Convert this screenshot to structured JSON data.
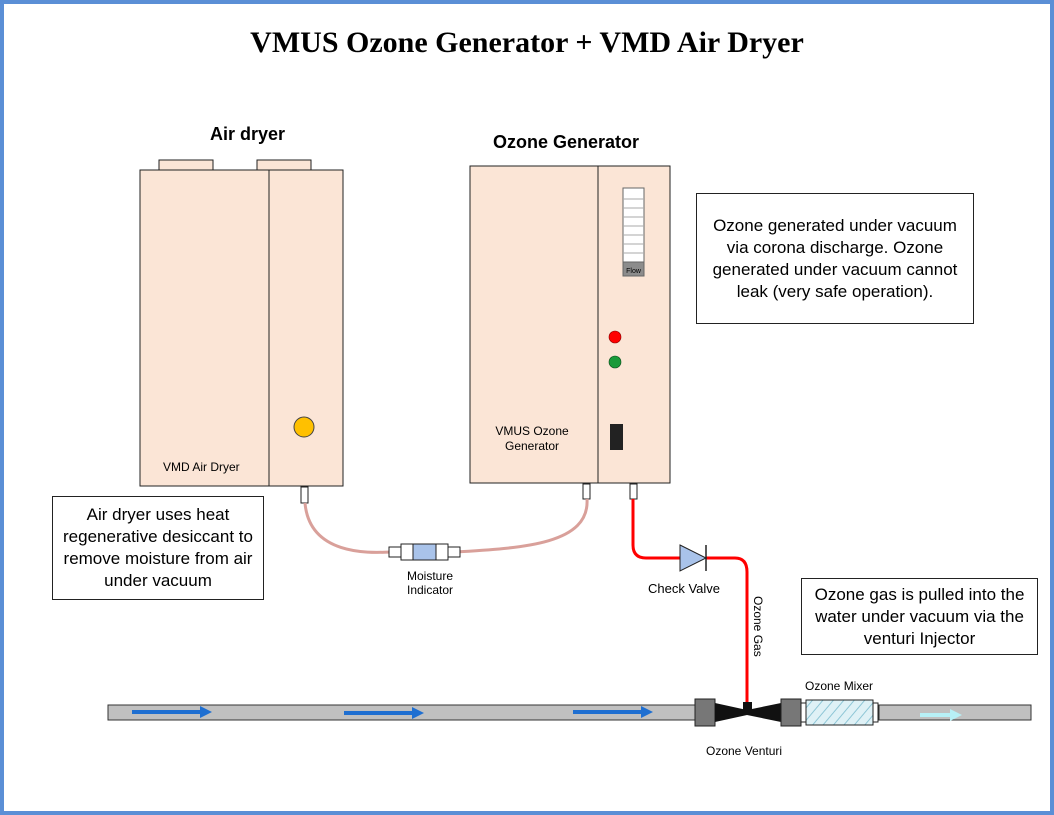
{
  "title": "VMUS Ozone Generator + VMD Air Dryer",
  "air_dryer": {
    "heading": "Air dryer",
    "label": "VMD Air Dryer"
  },
  "ozone_generator": {
    "heading": "Ozone Generator",
    "label": "VMUS Ozone\nGenerator",
    "flowmeter_label": "Flow"
  },
  "notes": {
    "ozone_generated": "Ozone generated under vacuum via corona discharge.  Ozone generated under vacuum cannot leak (very safe operation).",
    "air_dryer": "Air dryer uses heat regenerative desiccant to remove moisture from air under vacuum",
    "ozone_gas": "Ozone gas is pulled into the water under vacuum via the venturi Injector"
  },
  "components": {
    "moisture_indicator": "Moisture\nIndicator",
    "check_valve": "Check Valve",
    "ozone_gas_line": "Ozone Gas",
    "ozone_mixer": "Ozone Mixer",
    "ozone_venturi": "Ozone Venturi"
  },
  "colors": {
    "frame": "#5b8fd6",
    "unit_fill": "#fbe5d6",
    "air_tube": "#d9a09a",
    "ozone_tube": "#ff0000",
    "pipe": "#c0c0c0",
    "flow_arrow": "#1f6fd1",
    "led_red": "#ff0000",
    "led_green": "#1a9a3a",
    "indicator_yellow": "#ffc000"
  }
}
